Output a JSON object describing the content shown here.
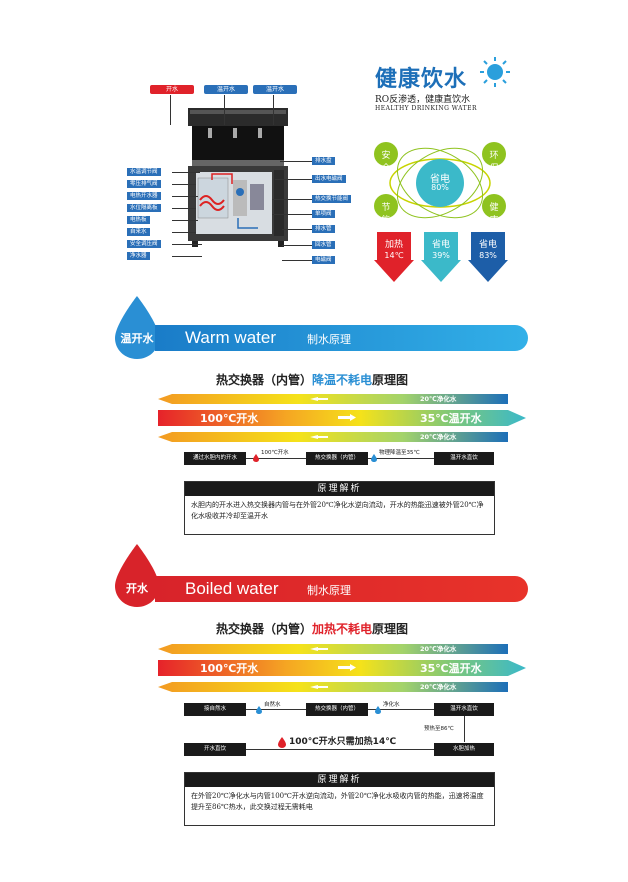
{
  "header": {
    "brand_title": "健康饮水",
    "subtitle": "RO反渗透，健康直饮水",
    "subtitle_en": "HEALTHY DRINKING WATER"
  },
  "machine_tags": {
    "top": [
      "开水",
      "温开水",
      "温开水"
    ],
    "left": [
      "水温调节阀",
      "零压排气阀",
      "电热开水器",
      "水位隔离板",
      "电热板",
      "自来水",
      "安全调压阀",
      "净水器"
    ],
    "right": [
      "排水盘",
      "出水电磁阀",
      "热交换节能阀",
      "单项阀",
      "排水管",
      "回水管",
      "电磁阀"
    ]
  },
  "benefits": {
    "center_label": "省电",
    "center_value": "80%",
    "items": [
      "安全",
      "环保",
      "节能",
      "健康"
    ],
    "arrows": [
      {
        "label": "加热",
        "value": "14℃",
        "color": "#e0222a"
      },
      {
        "label": "省电",
        "value": "39%",
        "color": "#3bb9c9"
      },
      {
        "label": "省电",
        "value": "83%",
        "color": "#1d5ea8"
      }
    ]
  },
  "warm_section": {
    "drop_label": "温开水",
    "banner_en": "Warm water",
    "banner_cn": "制水原理",
    "title_prefix": "热交换器（内管）",
    "title_highlight": "降温不耗电",
    "title_suffix": "原理图",
    "hot_label": "100℃开水",
    "warm_label": "35℃温开水",
    "cold_top": "20℃净化水",
    "cold_bottom": "20℃净化水",
    "flow": [
      "通过水胆内的开水",
      "100℃开水",
      "热交换器（内管）",
      "物理降温至35℃",
      "温开水直饮"
    ],
    "box_title": "原理解析",
    "box_text": "水胆内的开水进入热交换器内管与在外管20℃净化水逆向流动，开水的热能迅速被外管20℃净化水吸收并冷却至温开水"
  },
  "boiled_section": {
    "drop_label": "开水",
    "banner_en": "Boiled water",
    "banner_cn": "制水原理",
    "title_prefix": "热交换器（内管）",
    "title_highlight": "加热不耗电",
    "title_suffix": "原理图",
    "hot_label": "100℃开水",
    "warm_label": "35℃温开水",
    "cold_top": "20℃净化水",
    "cold_bottom": "20℃净化水",
    "flow": [
      "接自然水",
      "自然水",
      "热交换器（内管）",
      "净化水",
      "温开水直饮"
    ],
    "preheat": "预热至86℃",
    "heat_note": "100℃开水只需加热14℃",
    "flow2": [
      "开水直饮",
      "水胆加热"
    ],
    "box_title": "原理解析",
    "box_text": "在外管20℃净化水与内管100℃开水逆向流动，外管20℃净化水吸收内管的热能，迅速将温度提升至86℃热水，此交换过程无需耗电"
  }
}
